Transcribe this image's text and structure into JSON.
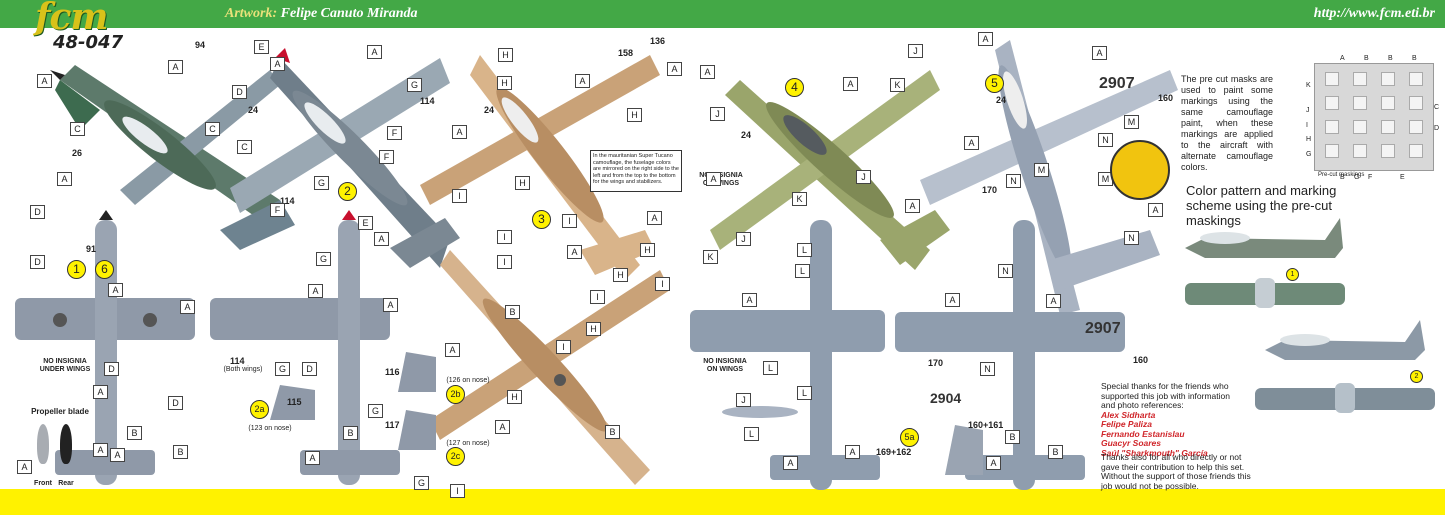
{
  "header": {
    "logo_text": "fcm",
    "product_code": "48-047",
    "artwork_label": "Artwork:",
    "artwork_name": "Felipe Canuto Miranda",
    "url": "http://www.fcm.eti.br"
  },
  "colors": {
    "header_green": "#43a846",
    "footer_yellow": "#fff200",
    "camo_dark_green": "#3d6b4f",
    "camo_gray": "#8b9aa6",
    "desert_tan": "#d9b48a",
    "olive": "#9aa56b",
    "light_gray": "#9aa5b5"
  },
  "schemes": {
    "s1": "1",
    "s6": "6",
    "s2": "2",
    "s2a": "2a",
    "s2b": "2b",
    "s2c": "2c",
    "s3": "3",
    "s4": "4",
    "s5": "5",
    "s5a": "5a"
  },
  "letters": {
    "A": "A",
    "B": "B",
    "C": "C",
    "D": "D",
    "E": "E",
    "F": "F",
    "G": "G",
    "H": "H",
    "I": "I",
    "J": "J",
    "K": "K",
    "L": "L",
    "M": "M",
    "N": "N"
  },
  "numbers": {
    "n94": "94",
    "n26": "26",
    "n91": "91",
    "n24": "24",
    "n114": "114",
    "n136": "136",
    "n158": "158",
    "n2907": "2907",
    "n160": "160",
    "n170": "170",
    "n115": "115",
    "n116": "116",
    "n117": "117",
    "n2904": "2904",
    "n160_161": "160+161",
    "n169_162": "169+162"
  },
  "notes": {
    "no_insignia_under_wings": "NO INSIGNIA UNDER WINGS",
    "no_insignia_on_wings": "NO INSIGNIA ON WINGS",
    "both_wings": "(Both wings)",
    "on_nose_123": "(123 on nose)",
    "on_nose_126": "(126 on nose)",
    "on_nose_127": "(127 on nose)",
    "propeller_blade": "Propeller blade",
    "front": "Front",
    "rear": "Rear",
    "mauritanian_note": "In the mauritanian Super Tucano camouflage, the fuselage colors are mirrored on the right side to the left and from the top to the bottom for the wings and stabilizers."
  },
  "precut": {
    "text": "The pre cut masks are used to paint some markings using the same camouflage paint, when these markings are applied to the aircraft with alternate camouflage colors.",
    "title": "Pre-cut maskings"
  },
  "pattern_title": "Color pattern and marking scheme using the pre-cut maskings",
  "thanks": {
    "intro": "Special thanks for the friends who supported this job with information and photo references:",
    "names": [
      "Alex Sidharta",
      "Felipe Paliza",
      "Fernando Estanislau",
      "Guacyr Soares",
      "Saúl \"Sharkmouth\" García"
    ],
    "outro": "Thanks also for all who directly or not gave their contribution to help this set.  Without the support of those friends this job would not be possible."
  }
}
